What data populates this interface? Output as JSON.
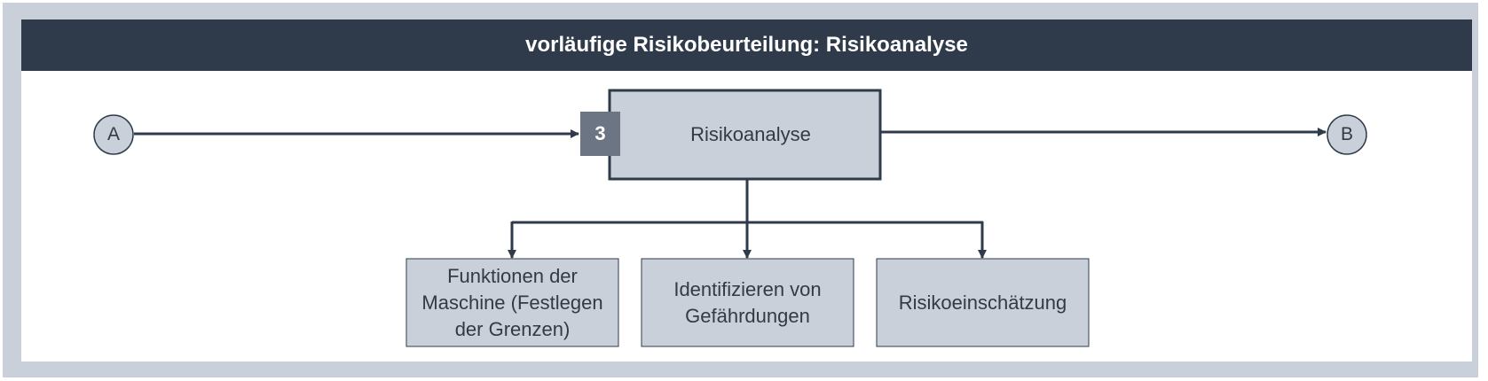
{
  "title": "vorläufige Risikobeurteilung: Risikoanalyse",
  "start_node": "A",
  "end_node": "B",
  "main_step": {
    "number": "3",
    "label": "Risikoanalyse"
  },
  "sub_steps": [
    {
      "label": "Funktionen der Maschine (Festlegen der Grenzen)"
    },
    {
      "label": "Identifizieren von Gefährdungen"
    },
    {
      "label": "Risikoeinschätzung"
    }
  ],
  "colors": {
    "frame": "#c9d0d9",
    "title_bar": "#2f3b4a",
    "box_fill": "#c9d0d9",
    "box_border": "#2f3b4a",
    "badge": "#6b7584",
    "line": "#2f3b4a"
  }
}
